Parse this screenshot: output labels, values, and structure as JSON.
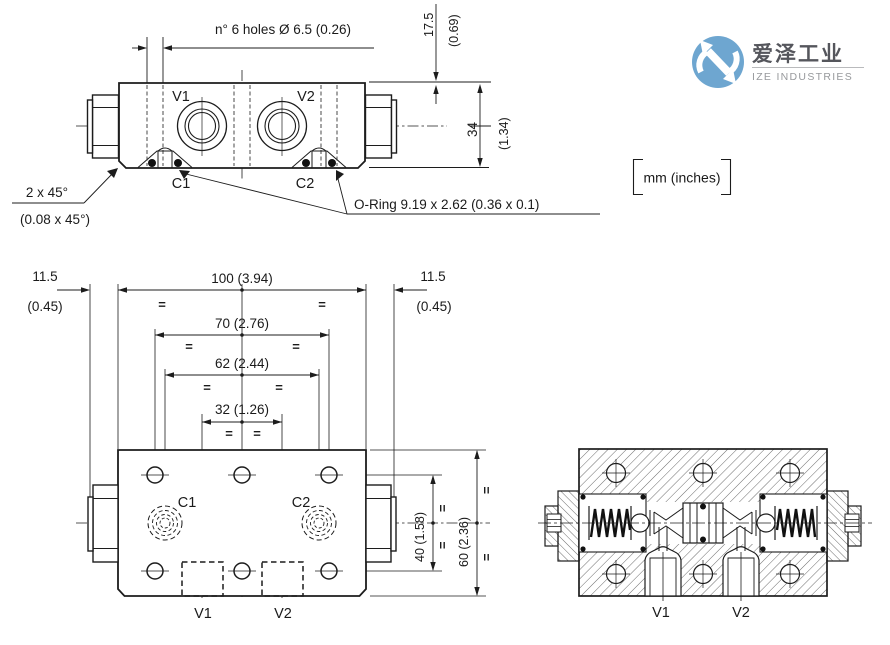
{
  "branding": {
    "company_cn": "爱泽工业",
    "company_en": "IZE INDUSTRIES",
    "logo_color": "#6ea6d0"
  },
  "units_legend": "mm  (inches)",
  "top_view": {
    "port_v1": "V1",
    "port_v2": "V2",
    "port_c1": "C1",
    "port_c2": "C2",
    "dim_holes": "n° 6 holes Ø 6.5 (0.26)",
    "dim_center_to_top_mm": "17.5",
    "dim_center_to_top_in": "(0.69)",
    "dim_height_mm": "34",
    "dim_height_in": "(1.34)",
    "chamfer_mm": "2 x 45°",
    "chamfer_in": "(0.08 x 45°)",
    "oring_note": "O-Ring 9.19 x 2.62 (0.36 x 0.1)"
  },
  "bottom_view": {
    "port_v1": "V1",
    "port_v2": "V2",
    "port_c1": "C1",
    "port_c2": "C2",
    "dim_100": "100 (3.94)",
    "dim_70": "70 (2.76)",
    "dim_62": "62 (2.44)",
    "dim_32": "32 (1.26)",
    "dim_side_mm": "11.5",
    "dim_side_in": "(0.45)",
    "dim_40": "40 (1.58)",
    "dim_60": "60 (2.36)",
    "symmetry": "="
  },
  "section_view": {
    "port_v1": "V1",
    "port_v2": "V2"
  }
}
